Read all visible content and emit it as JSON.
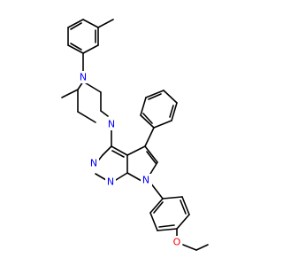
{
  "molecule": {
    "atoms": {
      "n_piperazine_top": "N",
      "n_piperazine_bottom": "N",
      "n_pyrimidine_1": "N",
      "n_pyrimidine_2": "N",
      "n_pyrrole": "N",
      "o_ether": "O"
    },
    "colors": {
      "bond": "#000000",
      "nitrogen": "#0000ff",
      "oxygen": "#ff0000"
    }
  }
}
